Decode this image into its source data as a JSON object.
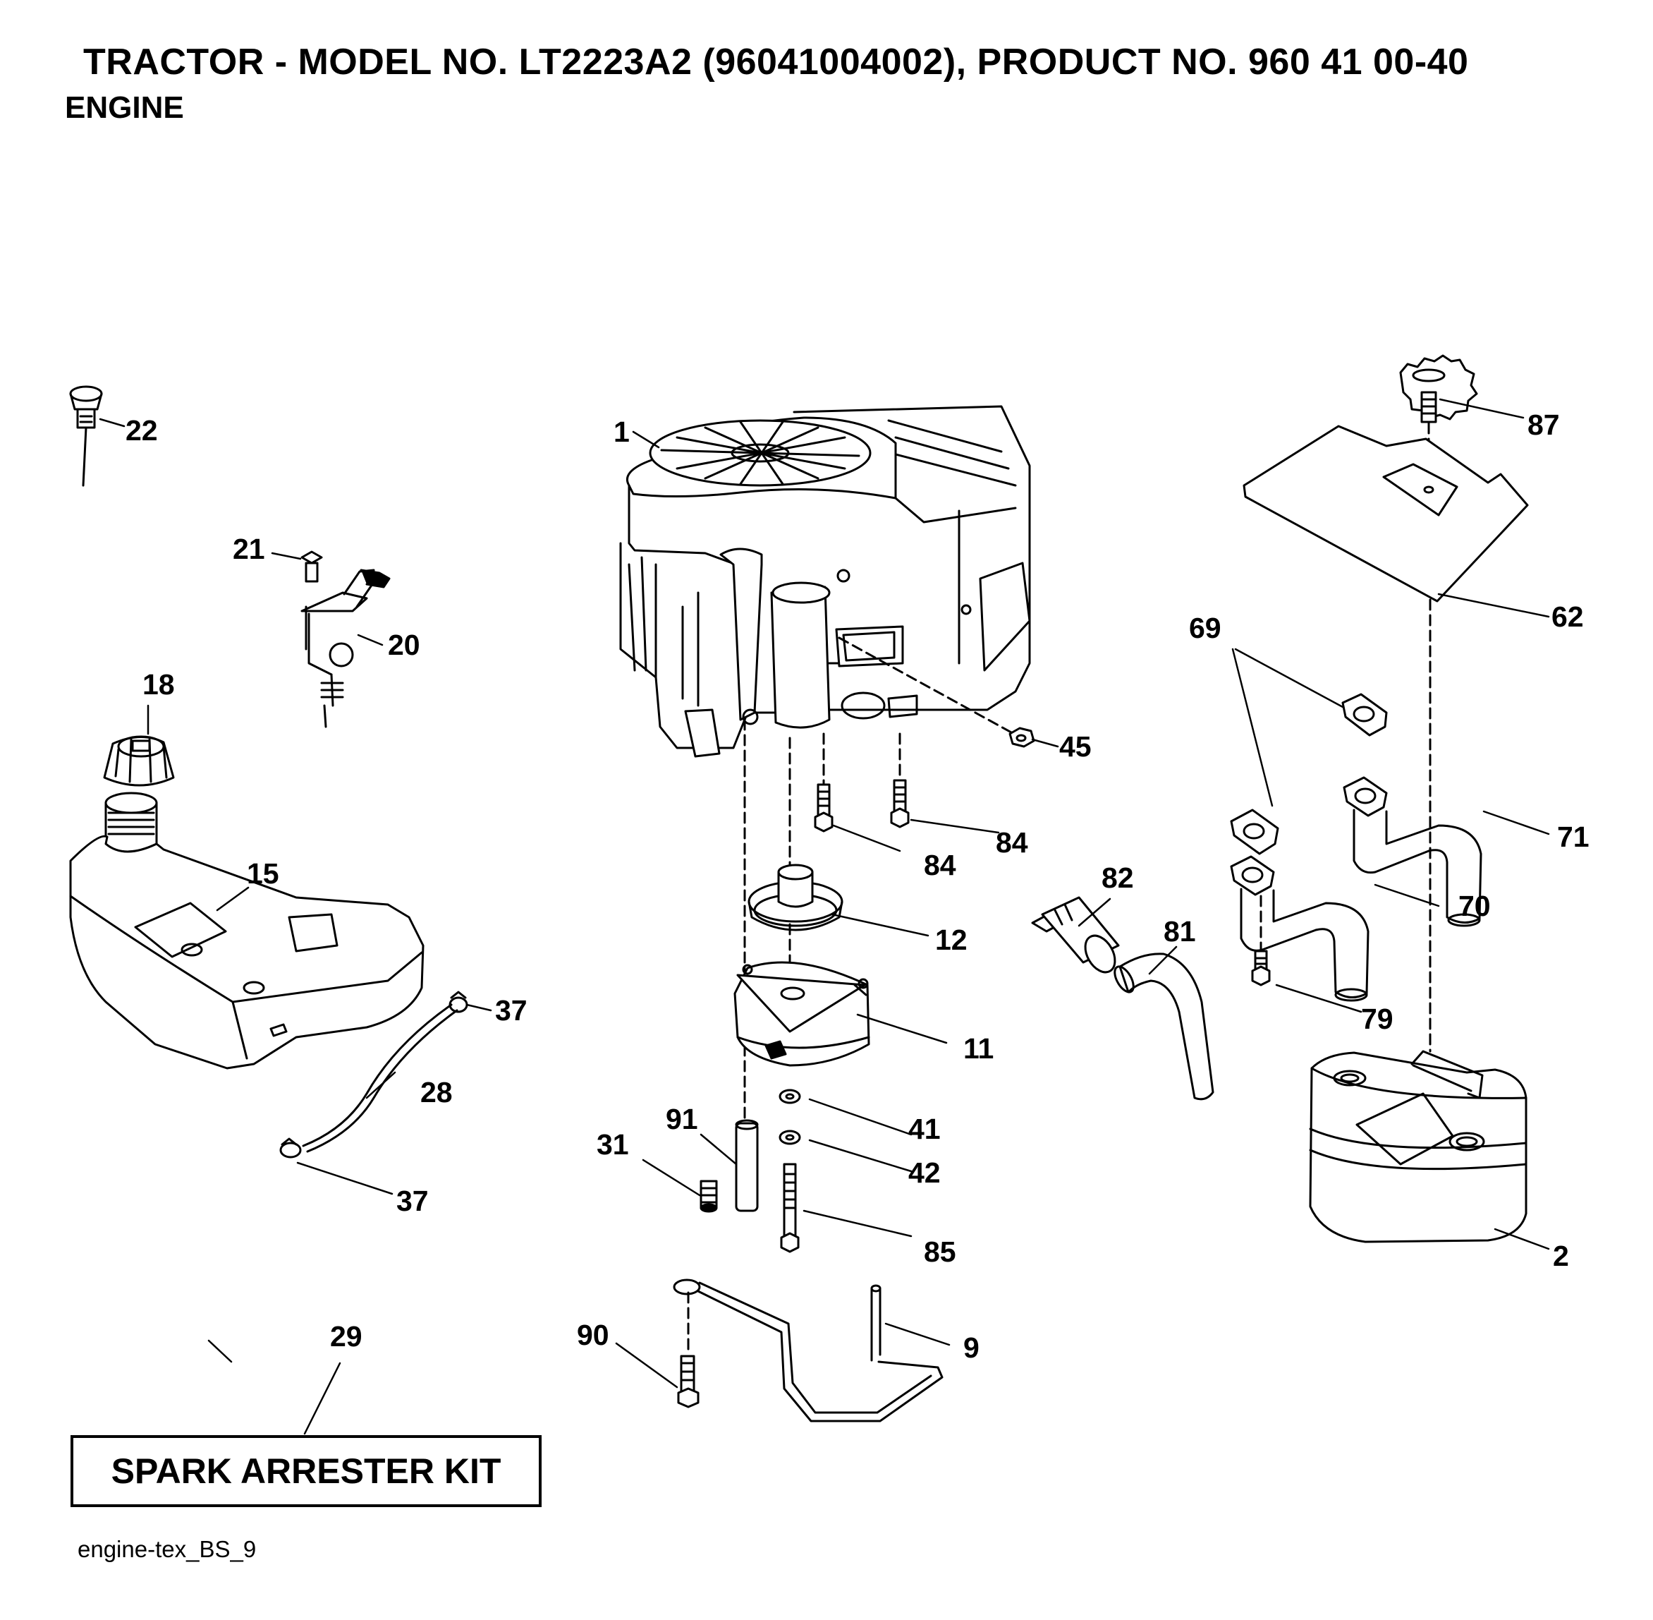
{
  "header": {
    "title": "TRACTOR - MODEL NO. LT2223A2 (96041004002), PRODUCT NO. 960 41 00-40",
    "subtitle": "ENGINE"
  },
  "callouts": {
    "c1": "1",
    "c2": "2",
    "c9": "9",
    "c11": "11",
    "c12": "12",
    "c15": "15",
    "c18": "18",
    "c20": "20",
    "c21": "21",
    "c22": "22",
    "c28": "28",
    "c29": "29",
    "c31": "31",
    "c37a": "37",
    "c37b": "37",
    "c41": "41",
    "c42": "42",
    "c45": "45",
    "c62": "62",
    "c69": "69",
    "c70": "70",
    "c71": "71",
    "c79": "79",
    "c81": "81",
    "c82": "82",
    "c84a": "84",
    "c84b": "84",
    "c85": "85",
    "c87": "87",
    "c90": "90",
    "c91": "91"
  },
  "kit": {
    "label": "SPARK ARRESTER KIT"
  },
  "footer": {
    "code": "engine-tex_BS_9"
  }
}
